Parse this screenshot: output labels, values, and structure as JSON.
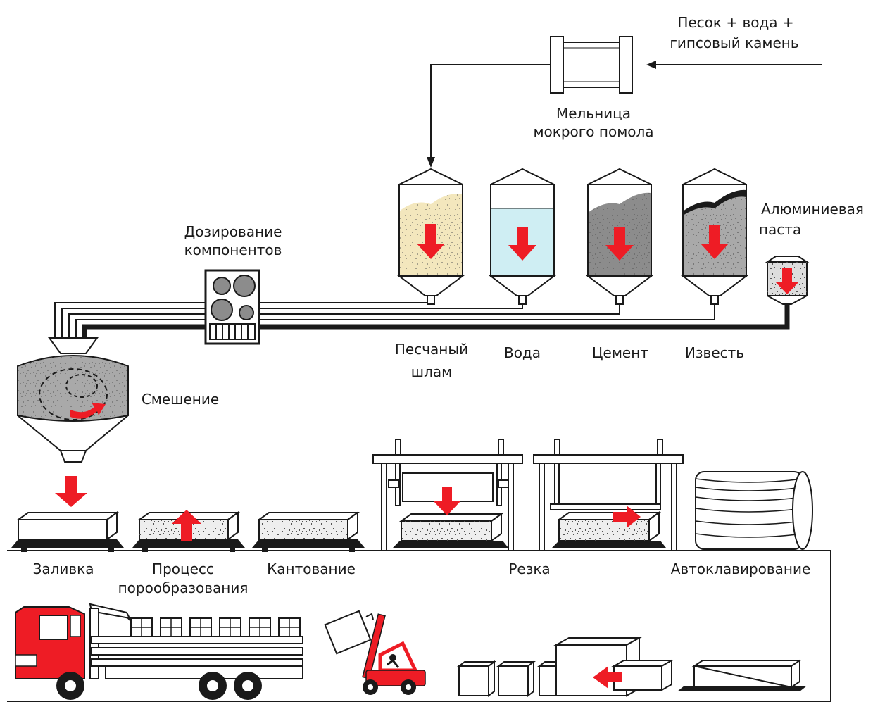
{
  "labels": {
    "input_line1": "Песок + вода +",
    "input_line2": "гипсовый камень",
    "mill_line1": "Мельница",
    "mill_line2": "мокрого помола",
    "dosing_line1": "Дозирование",
    "dosing_line2": "компонентов",
    "aluminum_line1": "Алюминиевая",
    "aluminum_line2": "паста",
    "sand_line1": "Песчаный",
    "sand_line2": "шлам",
    "water": "Вода",
    "cement": "Цемент",
    "lime": "Известь",
    "mixing": "Смешение",
    "pouring": "Заливка",
    "foaming_line1": "Процесс",
    "foaming_line2": "порообразования",
    "tilting": "Кантование",
    "cutting": "Резка",
    "autoclave": "Автоклавирование"
  },
  "colors": {
    "accent": "#ee1c25",
    "sand": "#f3e7bd",
    "water": "#cfeef3",
    "cement": "#8c8c8c",
    "lime": "#a9a9a9",
    "outline": "#1a1a1a"
  }
}
